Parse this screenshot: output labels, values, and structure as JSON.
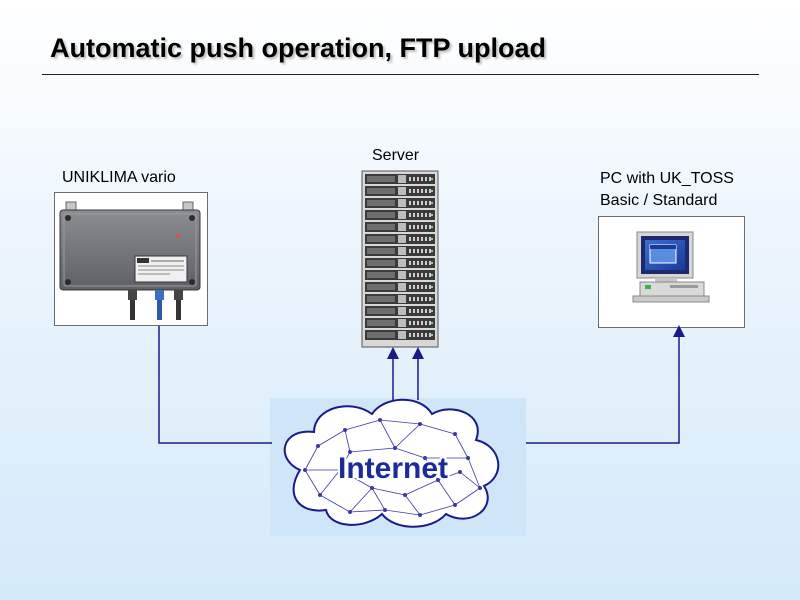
{
  "slide": {
    "title": "Automatic push operation, FTP upload"
  },
  "nodes": {
    "device": {
      "label": "UNIKLIMA vario"
    },
    "server": {
      "label": "Server"
    },
    "pc": {
      "label_line1": "PC with UK_TOSS",
      "label_line2": "Basic / Standard"
    },
    "internet": {
      "label": "Internet"
    }
  },
  "colors": {
    "connector": "#1a1a8c",
    "cloud_fill": "#ffffff",
    "cloud_stroke": "#1a1a8c",
    "internet_text": "#1c2a9c",
    "server_rack": "#3a3a3a"
  },
  "icons": {
    "device": "enclosure-box-icon",
    "server": "server-rack-icon",
    "pc": "desktop-computer-icon",
    "internet": "cloud-network-icon"
  }
}
